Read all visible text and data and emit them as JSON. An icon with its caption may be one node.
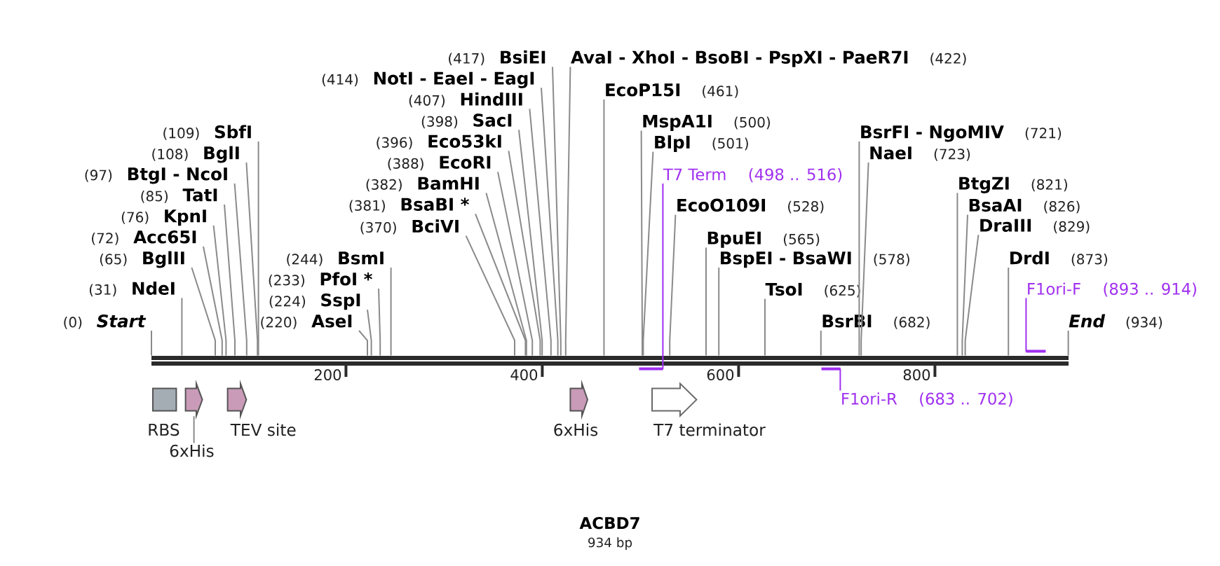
{
  "diagram": {
    "title": "ACBD7",
    "caption": "934 bp",
    "nodes": [
      {
        "text": [
          "(0)",
          "Start"
        ]
      },
      {
        "text": [
          "(31)",
          "NdeI"
        ]
      },
      {
        "text": [
          "(65)",
          "BglII"
        ]
      },
      {
        "text": [
          "(72)",
          "Acc65I"
        ]
      },
      {
        "text": [
          "(76)",
          "KpnI"
        ]
      },
      {
        "text": [
          "(85)",
          "TatI"
        ]
      },
      {
        "text": [
          "(97)",
          "BtgI - NcoI"
        ]
      },
      {
        "text": [
          "(108)",
          "BglI"
        ]
      },
      {
        "text": [
          "(109)",
          "SbfI"
        ]
      },
      {
        "text": [
          "(220)",
          "AseI"
        ]
      },
      {
        "text": [
          "(224)",
          "SspI"
        ]
      },
      {
        "text": [
          "(233)",
          "PfoI *"
        ]
      },
      {
        "text": [
          "(244)",
          "BsmI"
        ]
      },
      {
        "text": [
          "(370)",
          "BciVI"
        ]
      },
      {
        "text": [
          "(381)",
          "BsaBI *"
        ]
      },
      {
        "text": [
          "(382)",
          "BamHI"
        ]
      },
      {
        "text": [
          "(388)",
          "EcoRI"
        ]
      },
      {
        "text": [
          "(396)",
          "Eco53kI"
        ]
      },
      {
        "text": [
          "(398)",
          "SacI"
        ]
      },
      {
        "text": [
          "(407)",
          "HindIII"
        ]
      },
      {
        "text": [
          "(414)",
          "NotI - EaeI - EagI"
        ]
      },
      {
        "text": [
          "(417)",
          "BsiEI"
        ]
      },
      {
        "text": [
          "AvaI - XhoI - BsoBI - PspXI - PaeR7I",
          "(422)"
        ]
      },
      {
        "text": [
          "EcoP15I",
          "(461)"
        ]
      },
      {
        "text": [
          "MspA1I",
          "(500)"
        ]
      },
      {
        "text": [
          "BlpI",
          "(501)"
        ]
      },
      {
        "text": [
          "EcoO109I",
          "(528)"
        ]
      },
      {
        "text": [
          "BpuEI",
          "(565)"
        ]
      },
      {
        "text": [
          "BspEI - BsaWI",
          "(578)"
        ]
      },
      {
        "text": [
          "TsoI",
          "(625)"
        ]
      },
      {
        "text": [
          "BsrBI",
          "(682)"
        ]
      },
      {
        "text": [
          "BsrFI - NgoMIV",
          "(721)"
        ]
      },
      {
        "text": [
          "NaeI",
          "(723)"
        ]
      },
      {
        "text": [
          "BtgZI",
          "(821)"
        ]
      },
      {
        "text": [
          "BsaAI",
          "(826)"
        ]
      },
      {
        "text": [
          "DraIII",
          "(829)"
        ]
      },
      {
        "text": [
          "DrdI",
          "(873)"
        ]
      },
      {
        "text": [
          "End",
          "(934)"
        ]
      },
      {
        "text": [
          "T7 Term",
          "(498 .. 516)"
        ]
      },
      {
        "text": [
          "F1ori-R",
          "(683 .. 702)"
        ]
      },
      {
        "text": [
          "F1ori-F",
          "(893 .. 914)"
        ]
      },
      {
        "text": [],
        "shape": "bar"
      },
      {
        "text": [],
        "shape": "bar"
      },
      {
        "text": [],
        "shape": "bar"
      },
      {
        "text": [],
        "shape": "bar"
      },
      {
        "text": [
          "RBS"
        ]
      },
      {
        "text": [],
        "shape": "pentagon"
      },
      {
        "text": [
          "6xHis"
        ]
      },
      {
        "text": [
          "TEV site"
        ]
      },
      {
        "text": [
          "6xHis"
        ]
      },
      {
        "text": [
          "T7 terminator"
        ]
      }
    ],
    "edges": [
      {
        "from": 0,
        "to": 41,
        "arrow": "none"
      },
      {
        "from": 1,
        "to": 41,
        "arrow": "none"
      },
      {
        "from": 2,
        "to": 41,
        "arrow": "none"
      },
      {
        "from": 3,
        "to": 41,
        "arrow": "none"
      },
      {
        "from": 4,
        "to": 41,
        "arrow": "none"
      },
      {
        "from": 5,
        "to": 41,
        "arrow": "none"
      },
      {
        "from": 6,
        "to": 41,
        "arrow": "none"
      },
      {
        "from": 7,
        "to": 41,
        "arrow": "none"
      },
      {
        "from": 8,
        "to": 41,
        "arrow": "none"
      },
      {
        "from": 9,
        "to": 41,
        "arrow": "none"
      },
      {
        "from": 10,
        "to": 41,
        "arrow": "none"
      },
      {
        "from": 11,
        "to": 41,
        "arrow": "none"
      },
      {
        "from": 12,
        "to": 41,
        "arrow": "none"
      },
      {
        "from": 13,
        "to": 41,
        "arrow": "none"
      },
      {
        "from": 14,
        "to": 41,
        "arrow": "none"
      },
      {
        "from": 15,
        "to": 41,
        "arrow": "none"
      },
      {
        "from": 16,
        "to": 41,
        "arrow": "none"
      },
      {
        "from": 17,
        "to": 41,
        "arrow": "none"
      },
      {
        "from": 18,
        "to": 41,
        "arrow": "none"
      },
      {
        "from": 19,
        "to": 41,
        "arrow": "none"
      },
      {
        "from": 20,
        "to": 41,
        "arrow": "none"
      },
      {
        "from": 21,
        "to": 41,
        "arrow": "none"
      },
      {
        "from": 22,
        "to": 41,
        "arrow": "none"
      },
      {
        "from": 23,
        "to": 41,
        "arrow": "none"
      },
      {
        "from": 24,
        "to": 41,
        "arrow": "none"
      },
      {
        "from": 25,
        "to": 41,
        "arrow": "none"
      },
      {
        "from": 26,
        "to": 41,
        "arrow": "none"
      },
      {
        "from": 27,
        "to": 41,
        "arrow": "none"
      },
      {
        "from": 28,
        "to": 41,
        "arrow": "none"
      },
      {
        "from": 29,
        "to": 41,
        "arrow": "none"
      },
      {
        "from": 30,
        "to": 41,
        "arrow": "none"
      },
      {
        "from": 31,
        "to": 41,
        "arrow": "none"
      },
      {
        "from": 32,
        "to": 41,
        "arrow": "none"
      },
      {
        "from": 33,
        "to": 41,
        "arrow": "none"
      },
      {
        "from": 34,
        "to": 41,
        "arrow": "none"
      },
      {
        "from": 35,
        "to": 41,
        "arrow": "none"
      },
      {
        "from": 36,
        "to": 41,
        "arrow": "none"
      },
      {
        "from": 37,
        "to": 41,
        "arrow": "none"
      },
      {
        "from": 38,
        "to": 42,
        "arrow": "none",
        "color": "#a030f0"
      },
      {
        "from": 39,
        "to": 43,
        "arrow": "none",
        "color": "#a030f0"
      },
      {
        "from": 40,
        "to": 44,
        "arrow": "none",
        "color": "#a030f0"
      },
      {
        "from": 47,
        "to": 46,
        "arrow": "none"
      }
    ],
    "labels": [
      "200",
      "400",
      "600",
      "800"
    ]
  }
}
